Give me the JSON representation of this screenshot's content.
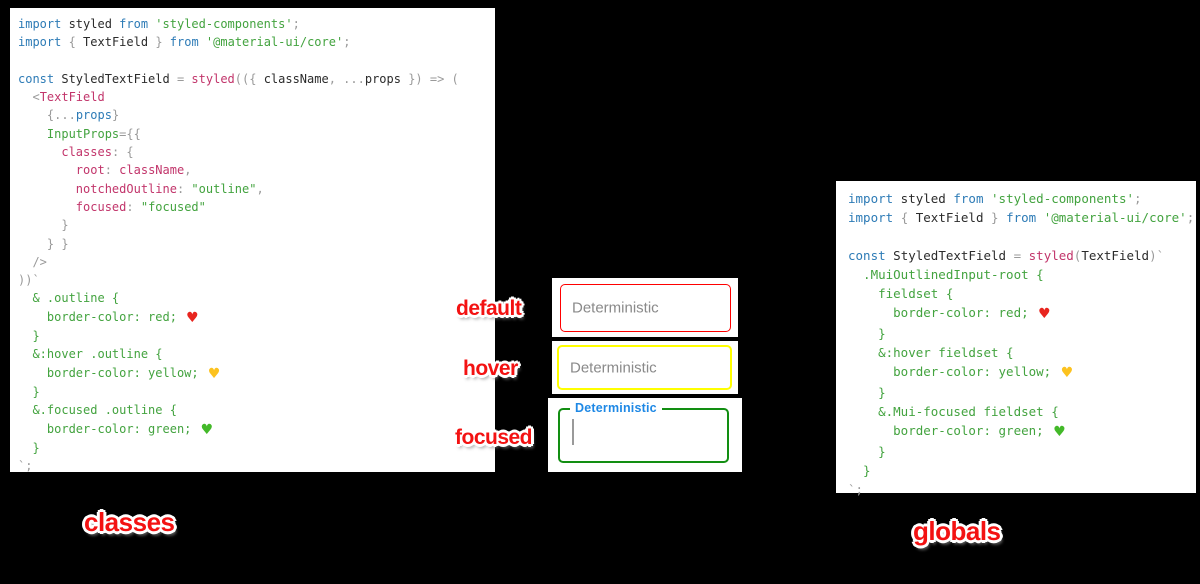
{
  "labels": {
    "default": "default",
    "hover": "hover",
    "focused": "focused",
    "classes": "classes",
    "globals": "globals"
  },
  "textfields": {
    "placeholder": "Deterministic",
    "focused_label": "Deterministic"
  },
  "colors": {
    "page_background": "#000000",
    "code_background": "#ffffff",
    "label_red": "#f31212",
    "mui_blue": "#1e88e5",
    "border_red": "#ff0000",
    "border_yellow": "#ffff00",
    "border_green": "#128e12",
    "placeholder_gray": "#8a8a8a",
    "tokens": {
      "kw": "#2d7bb6",
      "id": "#2b2b2b",
      "str": "#43a33f",
      "css": "#43a33f",
      "pun": "#9a9a9a",
      "pink": "#c2356b",
      "hr": "#e8251f",
      "hy": "#fcc21f",
      "hg": "#43b929"
    }
  },
  "left_code": {
    "caption": "classes",
    "lines": [
      [
        [
          "import",
          "kw"
        ],
        [
          " styled ",
          "id"
        ],
        [
          "from",
          "kw"
        ],
        [
          " ",
          "id"
        ],
        [
          "'styled-components'",
          "str"
        ],
        [
          ";",
          "pun"
        ]
      ],
      [
        [
          "import",
          "kw"
        ],
        [
          " ",
          "id"
        ],
        [
          "{",
          "pun"
        ],
        [
          " TextField ",
          "id"
        ],
        [
          "}",
          "pun"
        ],
        [
          " ",
          "id"
        ],
        [
          "from",
          "kw"
        ],
        [
          " ",
          "id"
        ],
        [
          "'@material-ui/core'",
          "str"
        ],
        [
          ";",
          "pun"
        ]
      ],
      [],
      [
        [
          "const",
          "kw"
        ],
        [
          " StyledTextField ",
          "id"
        ],
        [
          "=",
          "pun"
        ],
        [
          " ",
          "id"
        ],
        [
          "styled",
          "pink"
        ],
        [
          "(({ ",
          "pun"
        ],
        [
          "className",
          "id"
        ],
        [
          ", ",
          "pun"
        ],
        [
          "...",
          "pun"
        ],
        [
          "props",
          "id"
        ],
        [
          " }) => (",
          "pun"
        ]
      ],
      [
        [
          "  ",
          "id"
        ],
        [
          "<",
          "pun"
        ],
        [
          "TextField",
          "pink"
        ]
      ],
      [
        [
          "    ",
          "id"
        ],
        [
          "{",
          "pun"
        ],
        [
          "...",
          "pun"
        ],
        [
          "props",
          "kw"
        ],
        [
          "}",
          "pun"
        ]
      ],
      [
        [
          "    ",
          "id"
        ],
        [
          "InputProps",
          "str"
        ],
        [
          "={{",
          "pun"
        ]
      ],
      [
        [
          "      ",
          "id"
        ],
        [
          "classes",
          "pink"
        ],
        [
          ": {",
          "pun"
        ]
      ],
      [
        [
          "        ",
          "id"
        ],
        [
          "root",
          "pink"
        ],
        [
          ":",
          "pun"
        ],
        [
          " ",
          "id"
        ],
        [
          "className",
          "pink"
        ],
        [
          ",",
          "pun"
        ]
      ],
      [
        [
          "        ",
          "id"
        ],
        [
          "notchedOutline",
          "pink"
        ],
        [
          ":",
          "pun"
        ],
        [
          " ",
          "id"
        ],
        [
          "\"outline\"",
          "str"
        ],
        [
          ",",
          "pun"
        ]
      ],
      [
        [
          "        ",
          "id"
        ],
        [
          "focused",
          "pink"
        ],
        [
          ":",
          "pun"
        ],
        [
          " ",
          "id"
        ],
        [
          "\"focused\"",
          "str"
        ]
      ],
      [
        [
          "      }",
          "pun"
        ]
      ],
      [
        [
          "    } }",
          "pun"
        ]
      ],
      [
        [
          "  />",
          "pun"
        ]
      ],
      [
        [
          "))`",
          "pun"
        ]
      ],
      [
        [
          "  & .outline {",
          "css"
        ]
      ],
      [
        [
          "    border-color: red; ",
          "css"
        ],
        [
          "♥",
          "hr"
        ]
      ],
      [
        [
          "  }",
          "css"
        ]
      ],
      [
        [
          "  &:hover .outline {",
          "css"
        ]
      ],
      [
        [
          "    border-color: yellow; ",
          "css"
        ],
        [
          "♥",
          "hy"
        ]
      ],
      [
        [
          "  }",
          "css"
        ]
      ],
      [
        [
          "  &.focused .outline {",
          "css"
        ]
      ],
      [
        [
          "    border-color: green; ",
          "css"
        ],
        [
          "♥",
          "hg"
        ]
      ],
      [
        [
          "  }",
          "css"
        ]
      ],
      [
        [
          "`;",
          "pun"
        ]
      ]
    ]
  },
  "right_code": {
    "caption": "globals",
    "lines": [
      [
        [
          "import",
          "kw"
        ],
        [
          " styled ",
          "id"
        ],
        [
          "from",
          "kw"
        ],
        [
          " ",
          "id"
        ],
        [
          "'styled-components'",
          "str"
        ],
        [
          ";",
          "pun"
        ]
      ],
      [
        [
          "import",
          "kw"
        ],
        [
          " ",
          "id"
        ],
        [
          "{",
          "pun"
        ],
        [
          " TextField ",
          "id"
        ],
        [
          "}",
          "pun"
        ],
        [
          " ",
          "id"
        ],
        [
          "from",
          "kw"
        ],
        [
          " ",
          "id"
        ],
        [
          "'@material-ui/core'",
          "str"
        ],
        [
          ";",
          "pun"
        ]
      ],
      [],
      [
        [
          "const",
          "kw"
        ],
        [
          " StyledTextField ",
          "id"
        ],
        [
          "=",
          "pun"
        ],
        [
          " ",
          "id"
        ],
        [
          "styled",
          "pink"
        ],
        [
          "(",
          "pun"
        ],
        [
          "TextField",
          "id"
        ],
        [
          ")`",
          "pun"
        ]
      ],
      [
        [
          "  .MuiOutlinedInput-root {",
          "css"
        ]
      ],
      [
        [
          "    fieldset {",
          "css"
        ]
      ],
      [
        [
          "      border-color: red; ",
          "css"
        ],
        [
          "♥",
          "hr"
        ]
      ],
      [
        [
          "    }",
          "css"
        ]
      ],
      [
        [
          "    &:hover fieldset {",
          "css"
        ]
      ],
      [
        [
          "      border-color: yellow; ",
          "css"
        ],
        [
          "♥",
          "hy"
        ]
      ],
      [
        [
          "    }",
          "css"
        ]
      ],
      [
        [
          "    &.Mui-focused fieldset {",
          "css"
        ]
      ],
      [
        [
          "      border-color: green; ",
          "css"
        ],
        [
          "♥",
          "hg"
        ]
      ],
      [
        [
          "    }",
          "css"
        ]
      ],
      [
        [
          "  }",
          "css"
        ]
      ],
      [
        [
          "`;",
          "pun"
        ]
      ]
    ]
  }
}
